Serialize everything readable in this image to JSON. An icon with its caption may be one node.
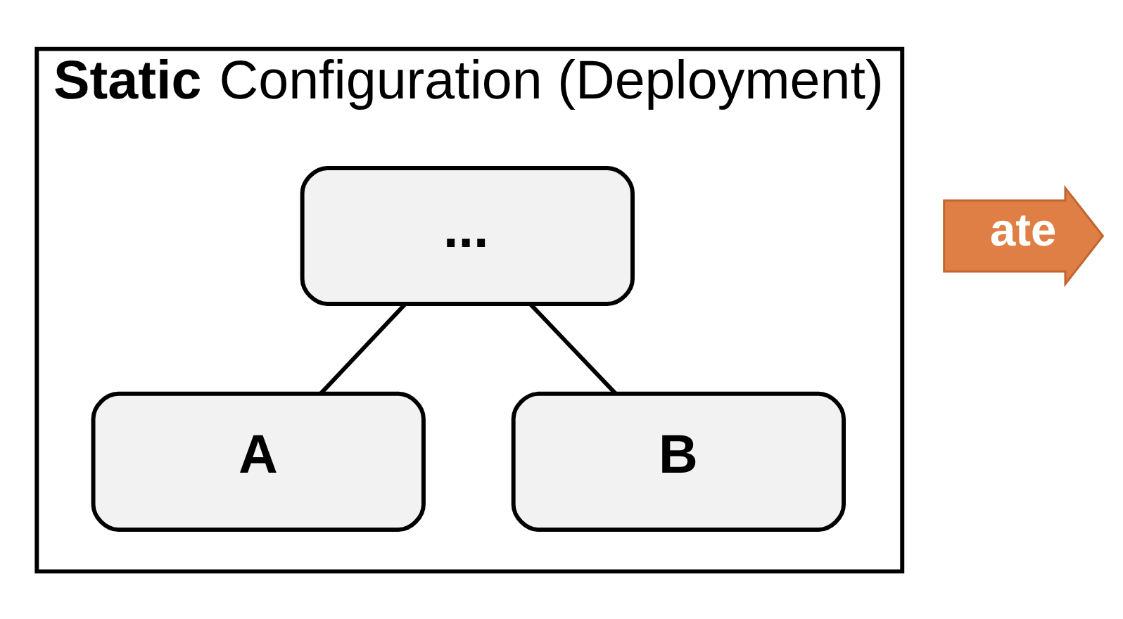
{
  "diagram": {
    "nodes": [
      {
        "text": [
          "**Static** Configuration (Deployment)"
        ]
      },
      {
        "text": [
          "..."
        ],
        "in": 0
      },
      {
        "text": [
          "A"
        ],
        "in": 0
      },
      {
        "text": [
          "B"
        ],
        "in": 0
      },
      {
        "text": [
          "ate"
        ]
      }
    ],
    "edges": [
      {
        "from": 1,
        "to": 2,
        "arrow": "none"
      },
      {
        "from": 1,
        "to": 3,
        "arrow": "none"
      }
    ]
  }
}
